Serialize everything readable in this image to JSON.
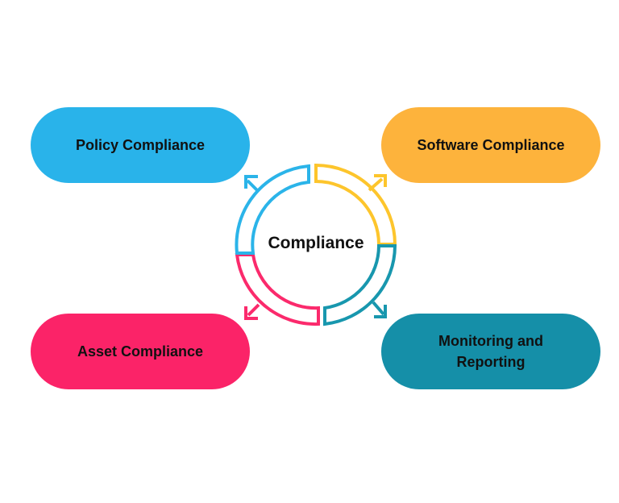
{
  "center": {
    "label": "Compliance"
  },
  "nodes": [
    {
      "id": "policy",
      "label": "Policy Compliance",
      "color": "#29B3EA"
    },
    {
      "id": "software",
      "label": "Software Compliance",
      "color": "#FDB33C"
    },
    {
      "id": "asset",
      "label": "Asset Compliance",
      "color": "#FB2368"
    },
    {
      "id": "monitor",
      "label": "Monitoring and Reporting",
      "color": "#158FA8"
    }
  ]
}
